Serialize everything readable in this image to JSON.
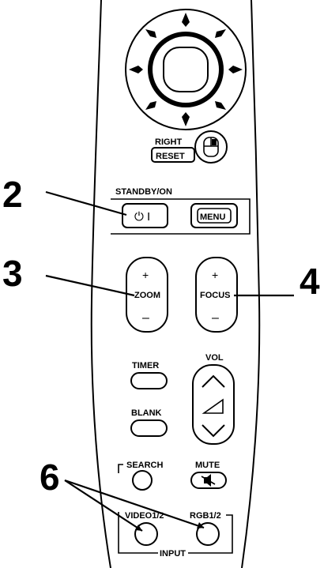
{
  "labels": {
    "right": "RIGHT",
    "reset": "RESET",
    "standby_on": "STANDBY/ON",
    "power_symbol": "⏻ I",
    "menu": "MENU",
    "zoom": "ZOOM",
    "zoom_plus": "+",
    "zoom_minus": "–",
    "focus": "FOCUS",
    "focus_plus": "+",
    "focus_minus": "–",
    "timer": "TIMER",
    "vol": "VOL",
    "blank": "BLANK",
    "search": "SEARCH",
    "mute": "MUTE",
    "video": "VIDEO1/2",
    "rgb": "RGB1/2",
    "input": "INPUT"
  },
  "callouts": {
    "standby": "2",
    "zoom": "3",
    "focus": "4",
    "input": "6"
  },
  "colors": {
    "ink": "#000000",
    "paper": "#ffffff"
  }
}
